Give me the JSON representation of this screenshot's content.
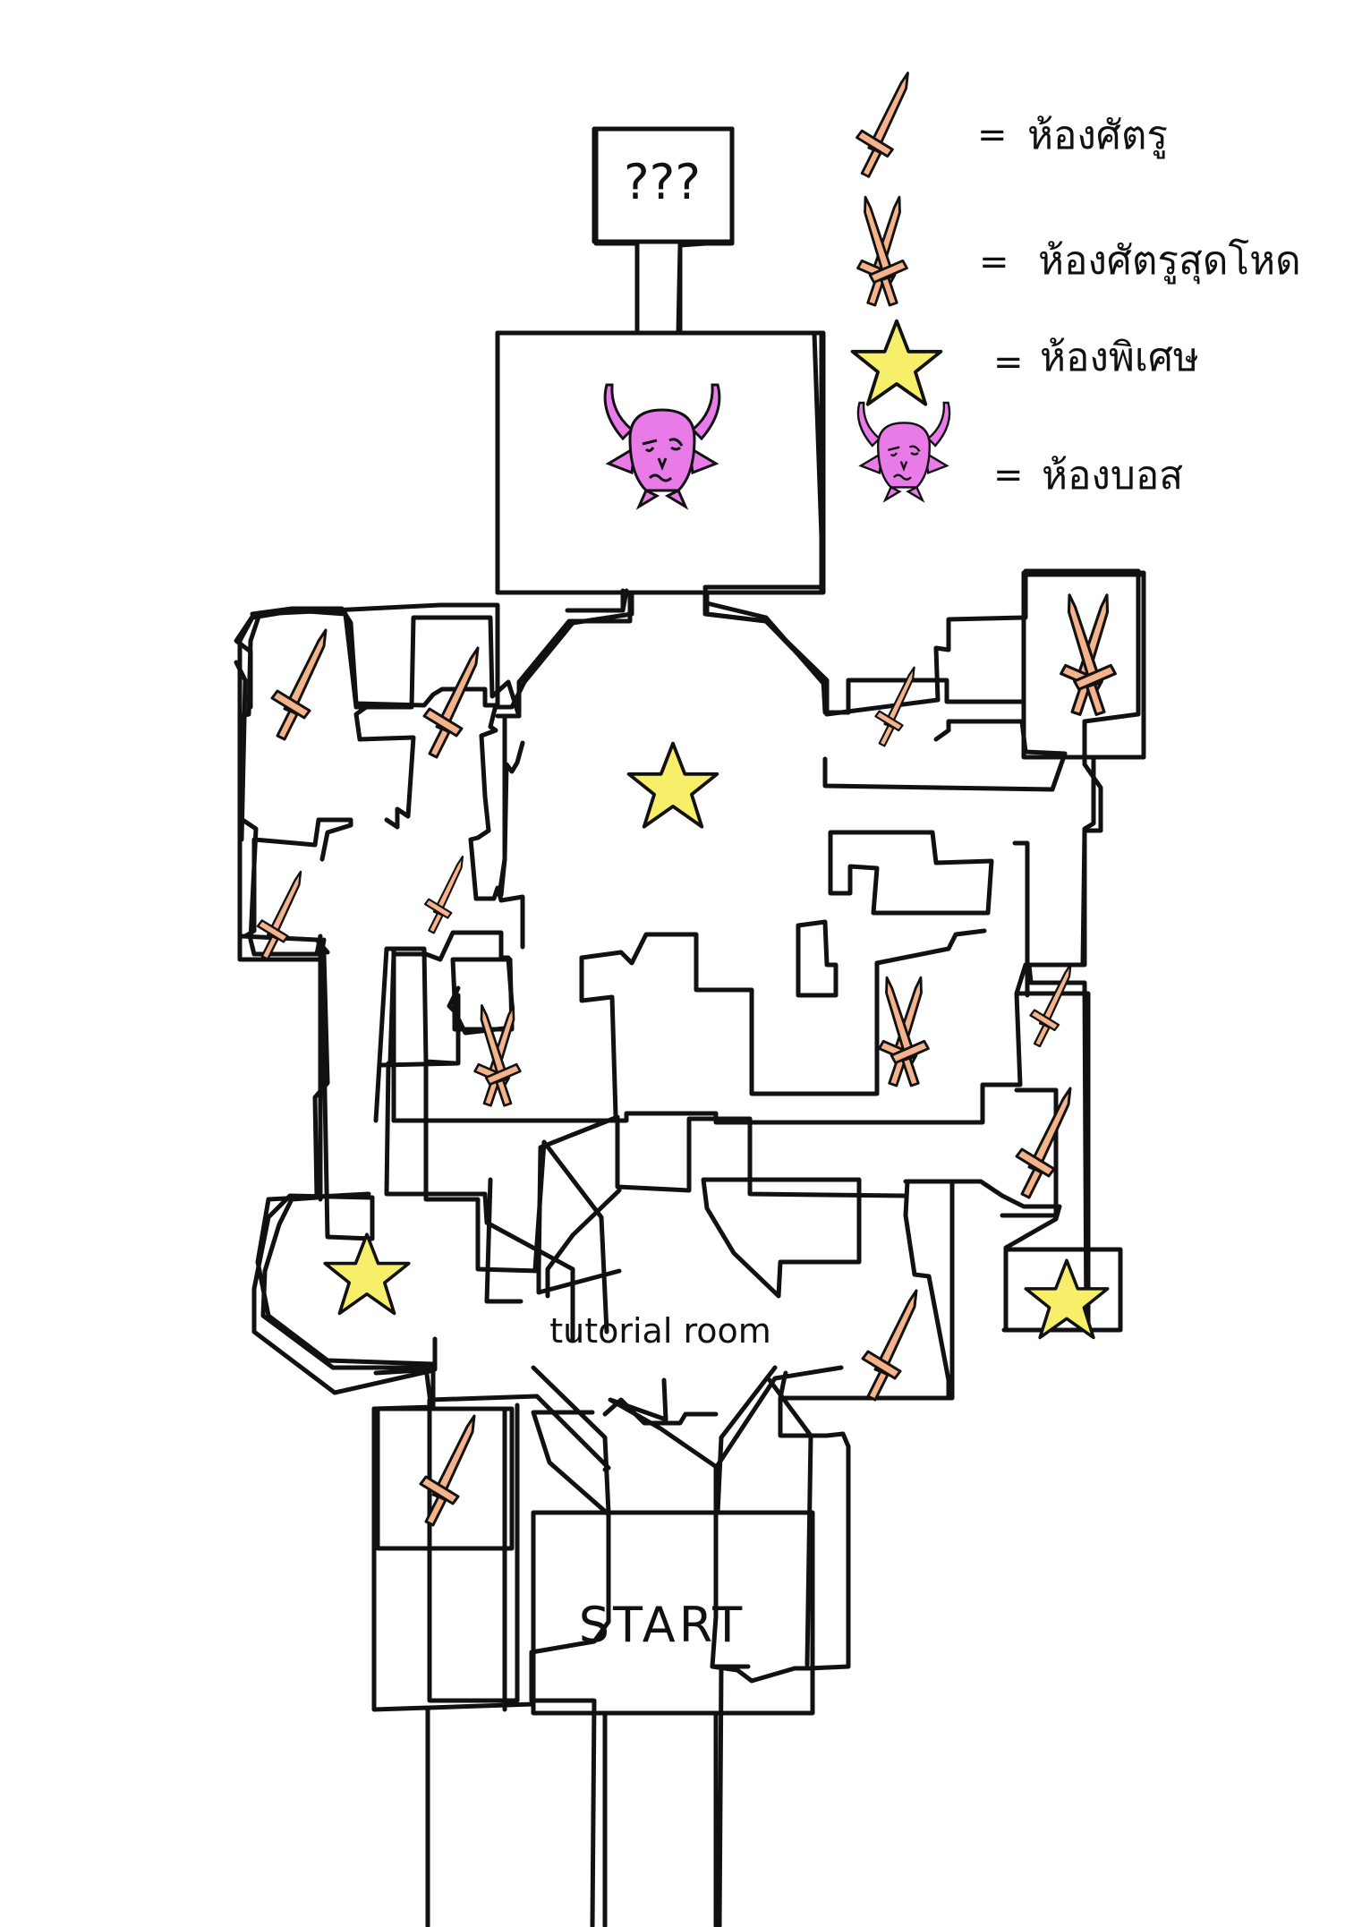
{
  "map": {
    "labels": {
      "mystery": "???",
      "tutorial": "tutorial room",
      "start": "START"
    }
  },
  "legend": {
    "separator": "=",
    "items": [
      {
        "icon": "sword-icon",
        "label": "ห้องศัตรู"
      },
      {
        "icon": "crossed-swords-icon",
        "label": "ห้องศัตรูสุดโหด"
      },
      {
        "icon": "star-icon",
        "label": "ห้องพิเศษ"
      },
      {
        "icon": "boss-skull-icon",
        "label": "ห้องบอส"
      }
    ]
  },
  "colors": {
    "sword": "#f4b38a",
    "star": "#f7ef6a",
    "boss": "#e97be8",
    "wall": "#111111"
  }
}
